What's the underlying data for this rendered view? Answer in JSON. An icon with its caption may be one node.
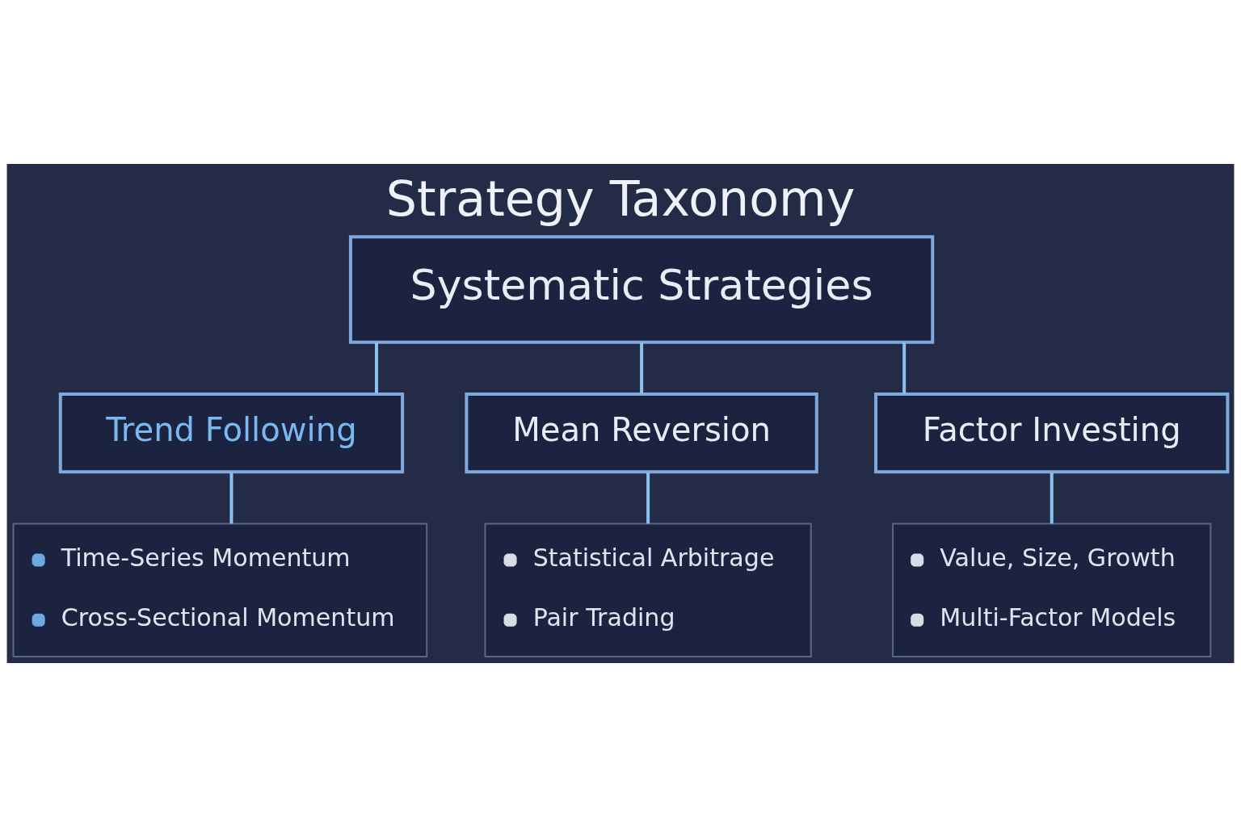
{
  "diagram": {
    "title": "Strategy Taxonomy",
    "nodes": [
      {
        "text": [
          "Systematic Strategies"
        ]
      },
      {
        "text": [
          "Trend Following"
        ]
      },
      {
        "text": [
          "Mean Reversion"
        ]
      },
      {
        "text": [
          "Factor Investing"
        ]
      },
      {
        "text": [
          "Time-Series Momentum",
          "Cross-Sectional Momentum"
        ]
      },
      {
        "text": [
          "Statistical Arbitrage",
          "Pair Trading"
        ]
      },
      {
        "text": [
          "Value, Size, Growth",
          "Multi-Factor Models"
        ]
      }
    ],
    "edges": [
      {
        "from": 0,
        "to": 1,
        "arrow": "none"
      },
      {
        "from": 0,
        "to": 2,
        "arrow": "none"
      },
      {
        "from": 0,
        "to": 3,
        "arrow": "none"
      },
      {
        "from": 1,
        "to": 4,
        "arrow": "none"
      },
      {
        "from": 2,
        "to": 5,
        "arrow": "none"
      },
      {
        "from": 3,
        "to": 6,
        "arrow": "none"
      }
    ]
  }
}
